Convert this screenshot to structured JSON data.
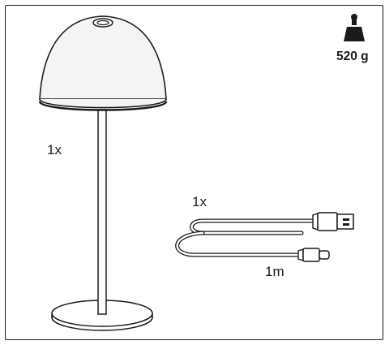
{
  "lamp": {
    "quantity": "1x"
  },
  "cable": {
    "quantity": "1x",
    "length": "1m"
  },
  "weight": {
    "value": "520 g",
    "icon": "weight-icon"
  },
  "colors": {
    "line": "#1a1a1a",
    "shade_fill": "#f4f4f2"
  }
}
